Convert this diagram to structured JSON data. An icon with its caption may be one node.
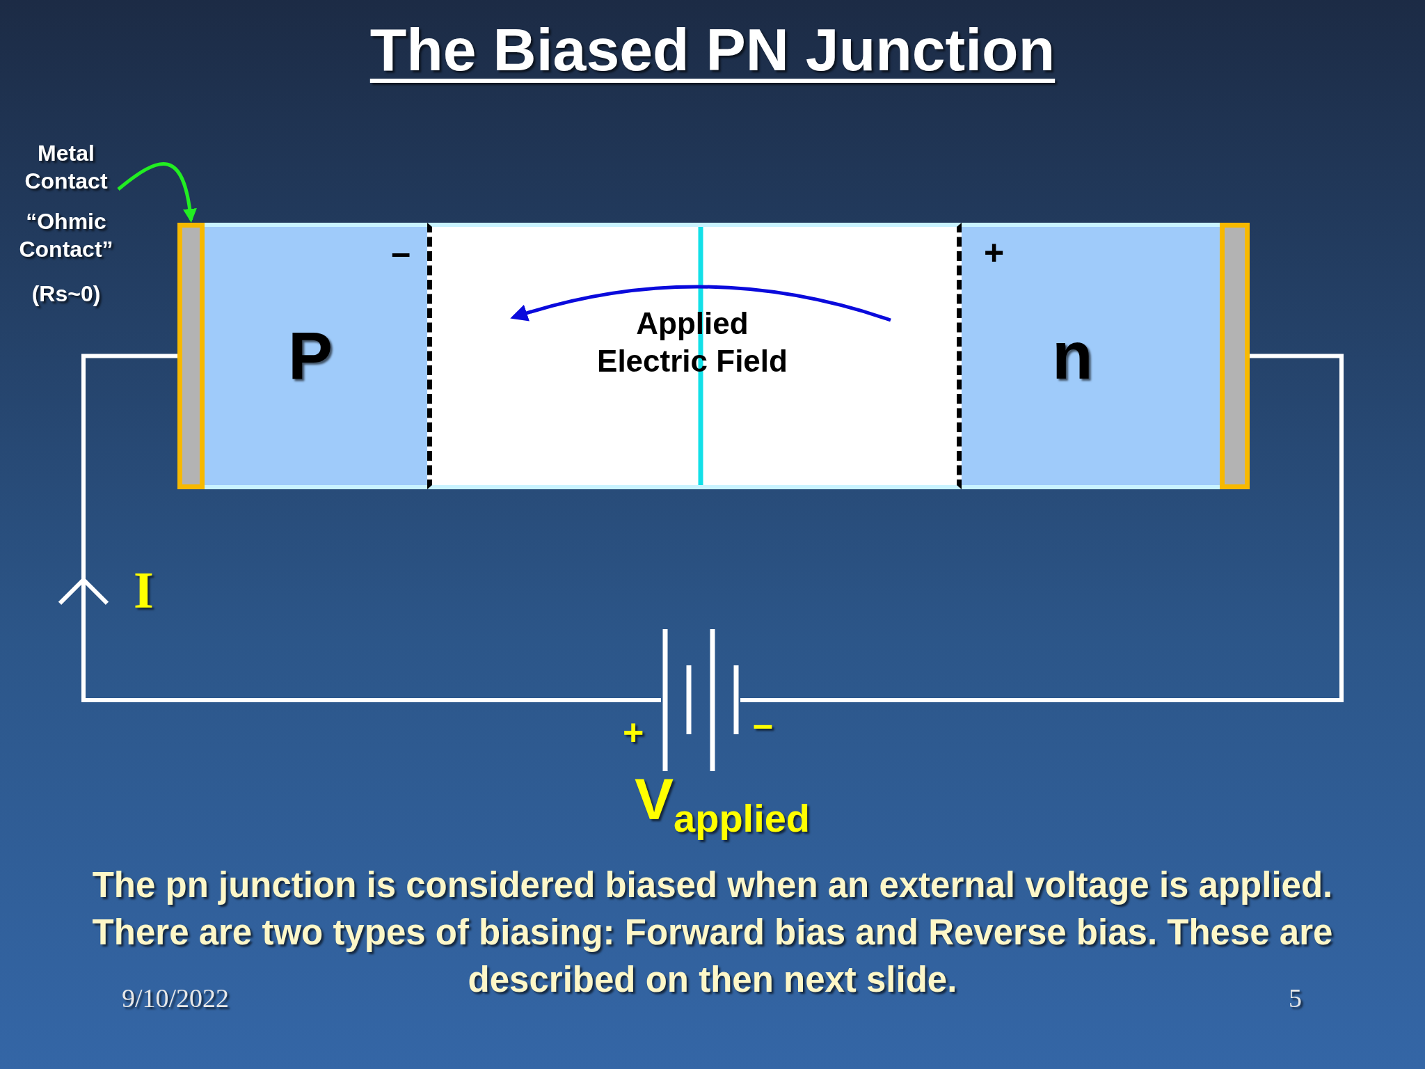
{
  "diagram": {
    "title": "The Biased PN Junction",
    "caption": "The pn junction is considered biased when an external voltage is applied. There are two types of biasing:  Forward bias and Reverse bias. These are described on then next slide.",
    "nodes": [
      {
        "text": [
          "Metal Contact"
        ]
      },
      {
        "text": [],
        "shape": "bar"
      },
      {
        "text": [
          "–",
          "P"
        ]
      },
      {
        "text": [
          "Applied Electric Field"
        ]
      },
      {
        "text": [
          "+",
          "n"
        ]
      },
      {
        "text": [],
        "shape": "bar"
      },
      {
        "text": [],
        "shape": "battery"
      }
    ],
    "edges": [
      {
        "from": 0,
        "to": 1,
        "arrow": "to",
        "color": "#22ee22"
      },
      {
        "from": 6,
        "to": 1,
        "arrow": "to"
      },
      {
        "from": 5,
        "to": 6,
        "arrow": "none"
      }
    ],
    "labels": [
      "“Ohmic Contact”",
      "(Rs~0)",
      "I",
      "+",
      "–",
      "V$_{applied}$",
      "9/10/2022",
      "5"
    ]
  }
}
